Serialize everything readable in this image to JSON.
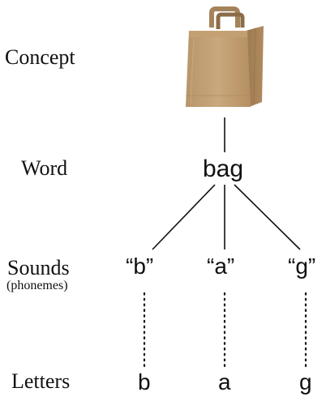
{
  "labels": {
    "concept": "Concept",
    "word": "Word",
    "sounds": "Sounds",
    "sounds_sub": "(phonemes)",
    "letters": "Letters"
  },
  "word": "bag",
  "phonemes": [
    "“b”",
    "“a”",
    "“g”"
  ],
  "letters": [
    "b",
    "a",
    "g"
  ],
  "concept_image": "paper-bag"
}
